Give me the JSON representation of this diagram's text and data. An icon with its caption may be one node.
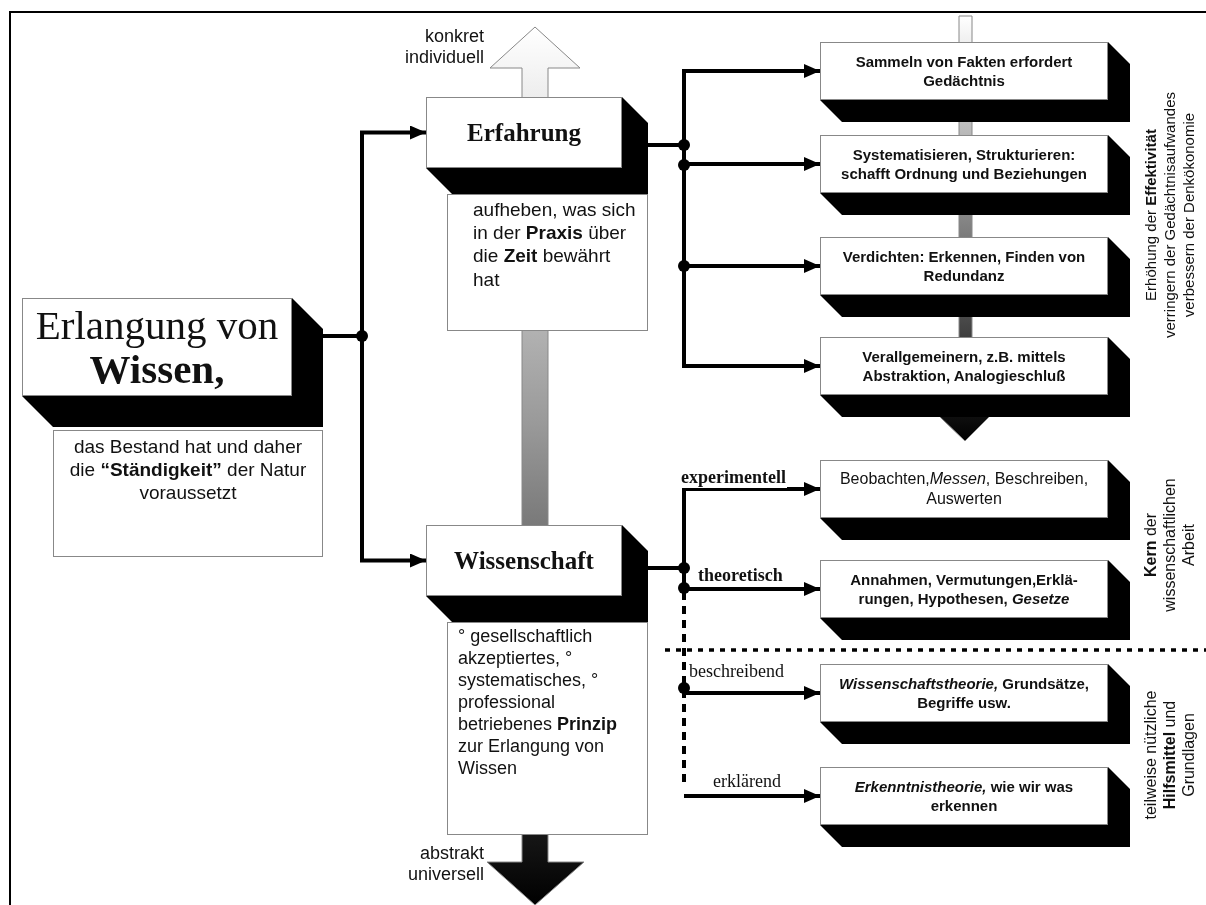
{
  "diagram": {
    "nodes": [
      {
        "text": [
          "Erlangung von **Wissen,**",
          "das Bestand hat und daher die **“Ständigkeit”** der Natur voraussetzt"
        ]
      },
      {
        "text": [
          "Erfahrung",
          "aufheben, was sich in der **Praxis** über die **Zeit** bewährt hat"
        ]
      },
      {
        "text": [
          "Wissenschaft",
          "° gesellschaftlich akzeptiertes, ° systematisches, ° professional betriebenes **Prinzip** zur Erlangung von Wissen"
        ]
      },
      {
        "text": [
          "Sammeln von Fakten erfordert Gedächtnis"
        ]
      },
      {
        "text": [
          "Systematisieren, Strukturieren: schafft Ordnung und Beziehungen"
        ]
      },
      {
        "text": [
          "Verdichten: Erkennen, Finden von Redundanz"
        ]
      },
      {
        "text": [
          "Verallgemeinern, z.B. mittels Abstraktion,  Analogieschluß"
        ]
      },
      {
        "text": [
          "Beobachten,*Messen*, Beschreiben, Auswerten"
        ]
      },
      {
        "text": [
          "Annahmen, Vermutungen,Erklä-rungen, Hypothesen, *Gesetze*"
        ]
      },
      {
        "text": [
          "*Wissenschaftstheorie,* Grundsätze, Begriffe usw."
        ]
      },
      {
        "text": [
          "*Erkenntnistheorie,* wie wir was erkennen"
        ]
      }
    ],
    "edges": [
      {
        "from": 0,
        "to": 1,
        "arrow": "to"
      },
      {
        "from": 0,
        "to": 2,
        "arrow": "to"
      },
      {
        "from": 1,
        "to": 3,
        "arrow": "to"
      },
      {
        "from": 1,
        "to": 4,
        "arrow": "to"
      },
      {
        "from": 1,
        "to": 5,
        "arrow": "to"
      },
      {
        "from": 1,
        "to": 6,
        "arrow": "to"
      },
      {
        "from": 2,
        "to": 7,
        "arrow": "to",
        "label": "experimentell"
      },
      {
        "from": 2,
        "to": 8,
        "arrow": "to",
        "label": "theoretisch"
      },
      {
        "from": 2,
        "to": 9,
        "arrow": "to",
        "label": "beschreibend",
        "style": "dashed"
      },
      {
        "from": 2,
        "to": 10,
        "arrow": "to",
        "label": "erklärend",
        "style": "dashed"
      }
    ],
    "labels": [
      "konkret individuell",
      "abstrakt universell",
      "Erhöhung der **Effektivität**",
      "verringern der Gedächtnisaufwandes",
      "verbessern der Denkökonomie",
      "**Kern** der wissenschaftlichen Arbeit",
      "teilweise nützliche **Hilfsmittel** und Grundlagen"
    ]
  }
}
